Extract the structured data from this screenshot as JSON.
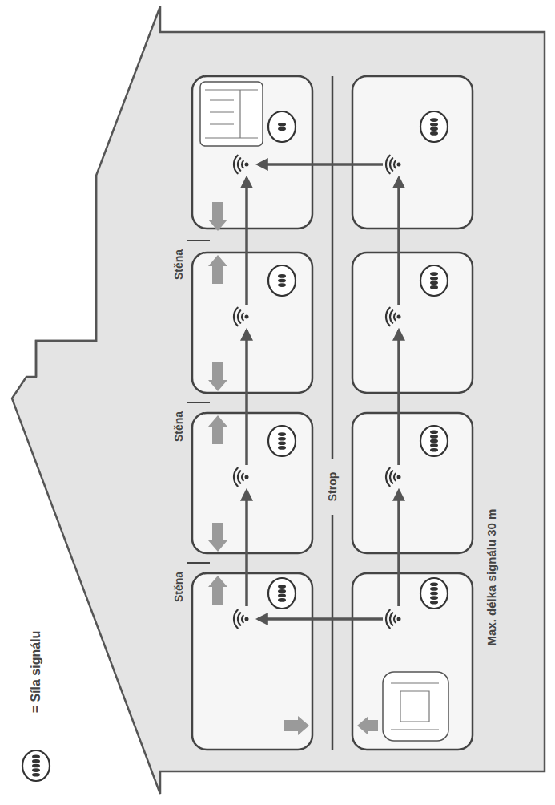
{
  "diagram": {
    "labels": [
      "Stěna",
      "Stěna",
      "Stěna",
      "Strop",
      "Max. délka signálu 30 m"
    ],
    "legend": [
      {
        "text": "= Síla signálu"
      }
    ]
  }
}
